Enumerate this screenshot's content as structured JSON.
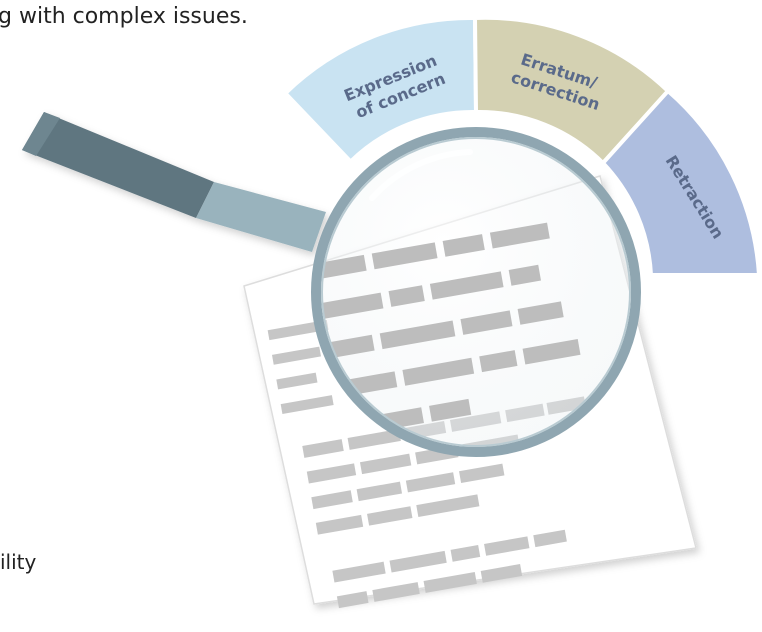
{
  "top_text": "g with complex issues.",
  "bottom_text": "ility",
  "segments": [
    {
      "label_line1": "Expression",
      "label_line2": "of concern",
      "color": "#c9e3f2"
    },
    {
      "label_line1": "Erratum/",
      "label_line2": "correction",
      "color": "#d4d1b2"
    },
    {
      "label_line1": "Retraction",
      "label_line2": "",
      "color": "#aebedf"
    }
  ],
  "colors": {
    "label_text": "#5a6a8a",
    "magnifier_handle": "#5f7680",
    "magnifier_rim": "#8fa6b1",
    "text_bars": "#c6c6c6"
  }
}
